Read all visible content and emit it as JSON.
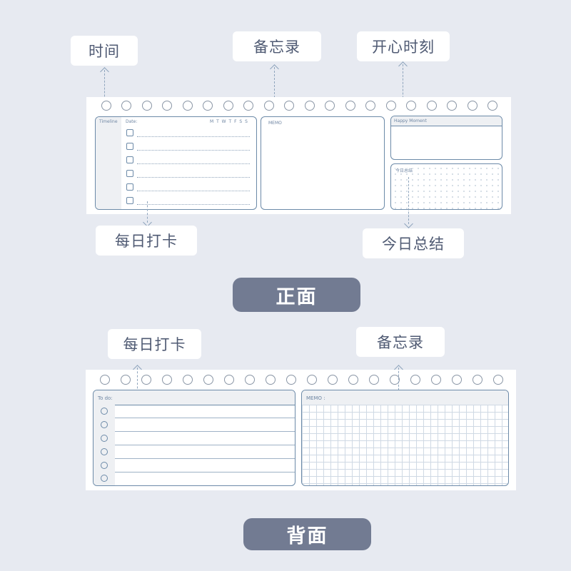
{
  "front": {
    "callouts": {
      "time": "时间",
      "memo": "备忘录",
      "happy": "开心时刻",
      "checkin": "每日打卡",
      "summary": "今日总结"
    },
    "sheet": {
      "timeline_label": "Timeline",
      "date_label": "Date:",
      "weekdays": "M T W T F S S",
      "memo_label": "MEMO",
      "happy_label": "Happy Moment",
      "summary_label": "今日总结"
    },
    "badge": "正面"
  },
  "back": {
    "callouts": {
      "checkin": "每日打卡",
      "memo": "备忘录"
    },
    "sheet": {
      "todo_label": "To do:",
      "memo_label": "MEMO :"
    },
    "badge": "背面"
  },
  "colors": {
    "background": "#e7eaf1",
    "accent": "#727b92",
    "border": "#6c8aa8"
  }
}
